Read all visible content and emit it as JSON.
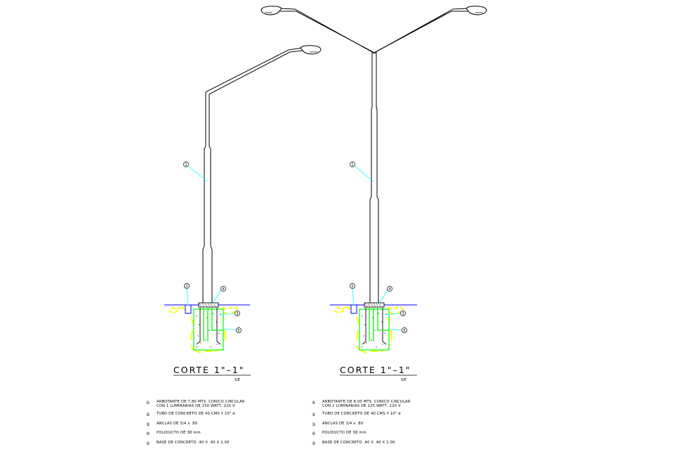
{
  "drawings": [
    {
      "id": "left",
      "title": "CORTE   1\"–1\"",
      "scale": "S/E",
      "callouts": [
        "①",
        "②",
        "③",
        "④",
        "⑤"
      ],
      "notes": [
        {
          "num": "①",
          "lines": [
            "ARBOTANTE DE 7.80 MTS. CONICO CIRCULAR",
            "CON 1 LUMINARIAS DE 150 WATT, 220 V"
          ]
        },
        {
          "num": "②",
          "lines": [
            "TUBO DE CONCRETO DE 40 CMS Y 10\" ø"
          ]
        },
        {
          "num": "③",
          "lines": [
            "ANCLAS DE 3/4 x .80"
          ]
        },
        {
          "num": "④",
          "lines": [
            "POLIDUCTO DE 38 mm"
          ]
        },
        {
          "num": "⑤",
          "lines": [
            "BASE DE CONCRETO .40 X .40 X 1.00"
          ]
        }
      ]
    },
    {
      "id": "right",
      "title": "CORTE   1\"–1\"",
      "scale": "S/E",
      "callouts": [
        "①",
        "②",
        "③",
        "④",
        "⑤"
      ],
      "notes": [
        {
          "num": "①",
          "lines": [
            "ARBOTANTE DE 8.00 MTS. CONICO CIRCULAR",
            "CON 2 LUMINARIAS DE 125 WATT, 220 V"
          ]
        },
        {
          "num": "②",
          "lines": [
            "TUBO DE CONCRETO DE 40 CMS Y 10\" ø"
          ]
        },
        {
          "num": "③",
          "lines": [
            "ANCLAS DE 3/4 x .80"
          ]
        },
        {
          "num": "④",
          "lines": [
            "POLIDUCTO DE 38 mm"
          ]
        },
        {
          "num": "⑤",
          "lines": [
            "BASE DE CONCRETO .40 X .40 X 1.00"
          ]
        }
      ]
    }
  ],
  "colors": {
    "line": "#000000",
    "leader": "#00ffff",
    "ground": "#0000ff",
    "soil": "#ffff00",
    "concrete": "#00ff00"
  }
}
